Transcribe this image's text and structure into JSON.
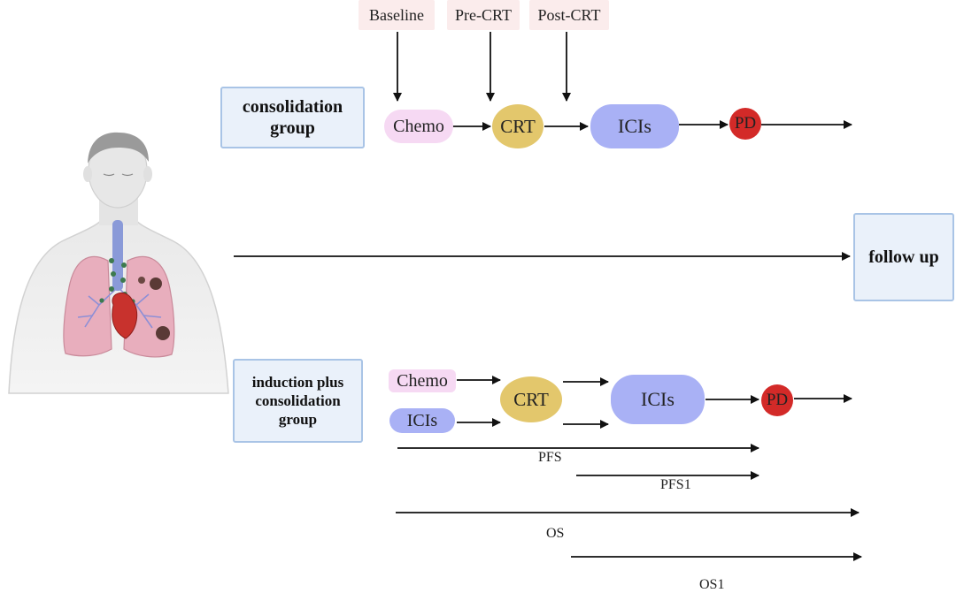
{
  "timepoints": [
    "Baseline",
    "Pre-CRT",
    "Post-CRT"
  ],
  "consolidation": {
    "label_line1": "consolidation",
    "label_line2": "group",
    "nodes": {
      "chemo": "Chemo",
      "crt": "CRT",
      "icis": "ICIs",
      "pd": "PD"
    }
  },
  "follow_up": "follow up",
  "induction": {
    "label_line1": "induction plus",
    "label_line2": "consolidation",
    "label_line3": "group",
    "nodes": {
      "chemo": "Chemo",
      "icis_small": "ICIs",
      "crt": "CRT",
      "icis": "ICIs",
      "pd": "PD"
    }
  },
  "timelines": {
    "pfs": "PFS",
    "pfs1": "PFS1",
    "os": "OS",
    "os1": "OS1"
  },
  "colors": {
    "chemo": "#f6d9f3",
    "crt": "#e3c76c",
    "icis": "#a9b1f5",
    "pd": "#d32a28",
    "box_fill": "#eaf1fa",
    "box_border": "#a9c4e6",
    "timepoint_fill": "#fbecec"
  },
  "icons": {
    "figure": "human-torso-lungs-illustration"
  }
}
